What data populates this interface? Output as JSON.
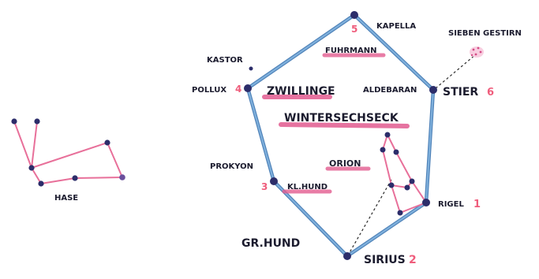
{
  "colors": {
    "hexagon_line": "#7fb0dc",
    "hexagon_line_dark": "#4f82b8",
    "pink_line": "#e8709a",
    "pink_underline": "#e25b8f",
    "number_pink": "#ef5d7c",
    "star_dot": "#2c2d6a",
    "ink": "#1b1b2e"
  },
  "labels": {
    "kapella": "KAPELLA",
    "fuhrmann": "FUHRMANN",
    "siebengestirn": "SIEBEN GESTIRN",
    "kastor": "KASTOR",
    "pollux": "POLLUX",
    "zwillinge": "ZWILLINGE",
    "aldebaran": "ALDEBARAN",
    "stier": "STIER",
    "wintersechseck": "WINTERSECHSECK",
    "prokyon": "PROKYON",
    "orion": "ORION",
    "kl_hund": "KL.HUND",
    "rigel": "RIGEL",
    "hase": "HASE",
    "gr_hund": "GR.HUND",
    "sirius": "SIRIUS"
  },
  "numbers": {
    "rigel": "1",
    "sirius": "2",
    "prokyon": "3",
    "pollux": "4",
    "kapella": "5",
    "aldebaran": "6"
  }
}
